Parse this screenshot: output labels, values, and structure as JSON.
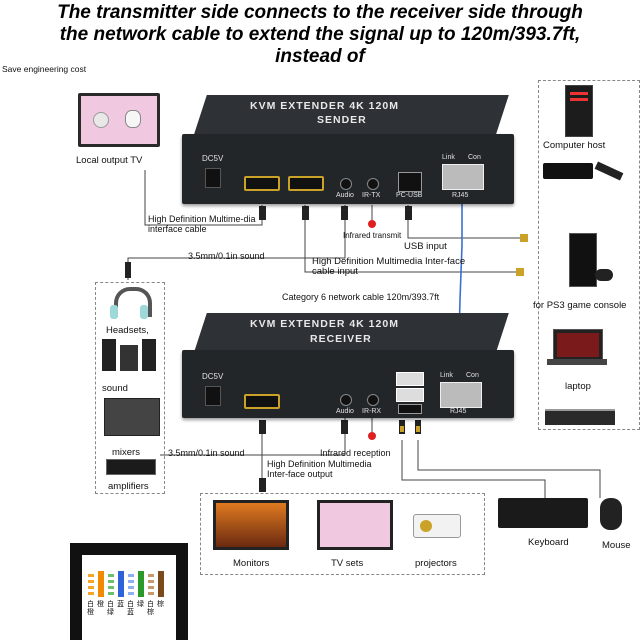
{
  "headline": {
    "line1": "The transmitter side connects to the receiver side through",
    "line2": "the network cable to extend the signal up to 120m/393.7ft,",
    "line3": "instead of"
  },
  "labels": {
    "save_cost": "Save engineering cost",
    "local_tv": "Local output TV",
    "hdmi_cable_1": "High Definition Multime-dia interface cable",
    "sound_1": "3.5mm/0.1in sound",
    "infrared_transmit": "Infrared transmit",
    "usb_input": "USB input",
    "hdmi_cable_input": "High Definition Multimedia Inter-face cable input",
    "cat6": "Category 6 network cable 120m/393.7ft",
    "sound_2": "3.5mm/0.1in sound",
    "hdmi_output": "High Definition Multimedia Inter-face output",
    "infrared_reception": "Infrared reception"
  },
  "sender": {
    "title": "KVM EXTENDER 4K 120M",
    "subtitle": "SENDER",
    "ports": {
      "dc": "DC5V",
      "audio": "Audio",
      "irtx": "IR-TX",
      "pcusb": "PC-USB",
      "link": "Link",
      "con": "Con",
      "rj45": "RJ45"
    }
  },
  "receiver": {
    "title": "KVM EXTENDER 4K 120M",
    "subtitle": "RECEIVER",
    "ports": {
      "dc": "DC5V",
      "audio": "Audio",
      "irrx": "IR-RX",
      "link": "Link",
      "con": "Con",
      "rj45": "RJ45"
    }
  },
  "sources": [
    {
      "label": "Computer host",
      "icon": "computer-tower-icon"
    },
    {
      "label": "",
      "icon": "set-top-box-icon"
    },
    {
      "label": "for PS3 game console",
      "icon": "game-console-icon"
    },
    {
      "label": "laptop",
      "icon": "laptop-icon"
    },
    {
      "label": "",
      "icon": "dvd-player-icon"
    }
  ],
  "audio_devices": [
    {
      "label": "Headsets,",
      "icon": "headset-icon"
    },
    {
      "label": "sound",
      "icon": "speaker-icon"
    },
    {
      "label": "mixers",
      "icon": "mixer-icon"
    },
    {
      "label": "amplifiers",
      "icon": "amplifier-icon"
    }
  ],
  "displays": [
    {
      "label": "Monitors",
      "icon": "monitor-icon"
    },
    {
      "label": "TV sets",
      "icon": "tv-icon"
    },
    {
      "label": "projectors",
      "icon": "projector-icon"
    }
  ],
  "peripherals": [
    {
      "label": "Keyboard",
      "icon": "keyboard-icon"
    },
    {
      "label": "Mouse",
      "icon": "mouse-icon"
    }
  ],
  "wiring_chars": [
    "白橙",
    "橙",
    "白绿",
    "蓝",
    "白蓝",
    "绿",
    "白棕",
    "棕"
  ],
  "colors": {
    "cat6_cable": "#3b6fd1",
    "cable": "#444444",
    "ir_red": "#e02020",
    "panel": "#222629"
  }
}
